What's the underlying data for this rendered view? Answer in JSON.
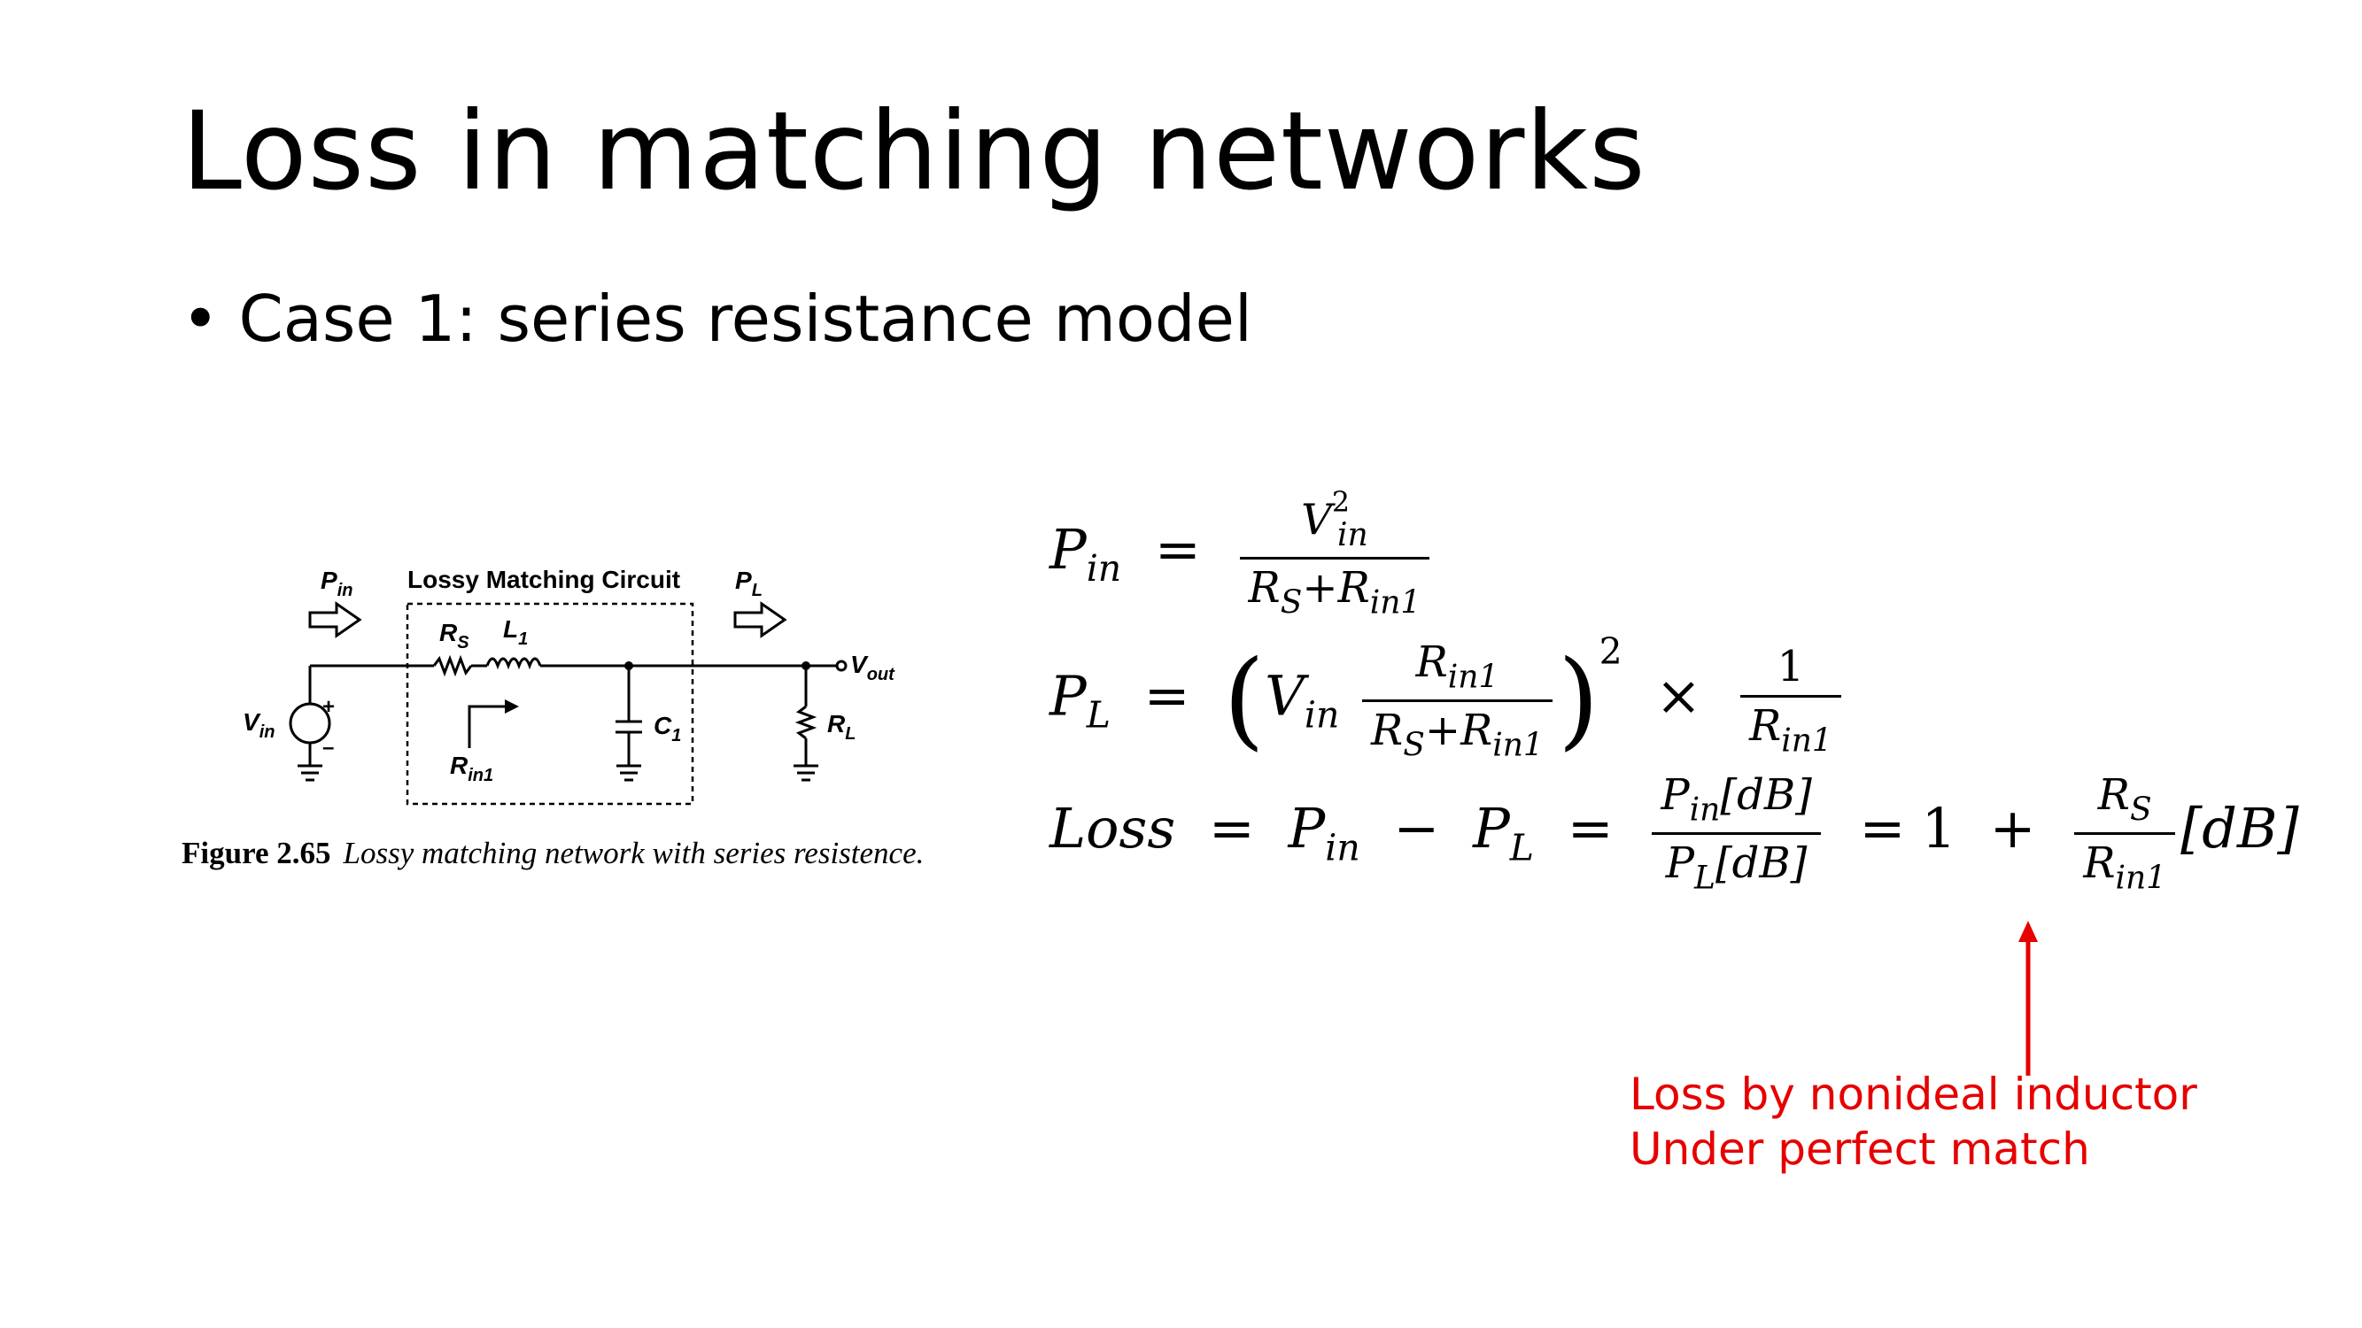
{
  "title": "Loss in matching networks",
  "bullet": {
    "dot": "•",
    "text": "Case 1: series resistance model"
  },
  "figure": {
    "labels": {
      "pin": "P",
      "pin_sub": "in",
      "box_title": "Lossy Matching Circuit",
      "pl": "P",
      "pl_sub": "L",
      "rs": "R",
      "rs_sub": "S",
      "l1": "L",
      "l1_sub": "1",
      "vout": "V",
      "vout_sub": "out",
      "vin": "V",
      "vin_sub": "in",
      "plus": "+",
      "minus": "–",
      "c1": "C",
      "c1_sub": "1",
      "rl": "R",
      "rl_sub": "L",
      "rin1": "R",
      "rin1_sub": "in1"
    },
    "caption_number": "Figure 2.65",
    "caption_text": "Lossy matching network with series resistence."
  },
  "equations": {
    "eq1": {
      "lhs": "P",
      "lhs_sub": "in",
      "eq": "=",
      "num": "V",
      "num_sup": "2",
      "num_sub": "in",
      "den_a": "R",
      "den_a_sub": "S",
      "plus": "+",
      "den_b": "R",
      "den_b_sub": "in1"
    },
    "eq2": {
      "lhs": "P",
      "lhs_sub": "L",
      "eq": "=",
      "lparen": "(",
      "v": "V",
      "v_sub": "in",
      "num": "R",
      "num_sub": "in1",
      "den_a": "R",
      "den_a_sub": "S",
      "plus": "+",
      "den_b": "R",
      "den_b_sub": "in1",
      "rparen": ")",
      "sup": "2",
      "times": "×",
      "one": "1",
      "den2": "R",
      "den2_sub": "in1"
    },
    "eq3": {
      "lhs": "Loss",
      "eq": "=",
      "p1": "P",
      "p1_sub": "in",
      "minus": "−",
      "p2": "P",
      "p2_sub": "L",
      "eq2": "=",
      "num": "P",
      "num_sub": "in",
      "num_unit": "[dB]",
      "den": "P",
      "den_sub": "L",
      "den_unit": "[dB]",
      "eq3": "=",
      "one": "1",
      "plus": "+",
      "num2": "R",
      "num2_sub": "S",
      "den2": "R",
      "den2_sub": "in1",
      "unit": "[dB]"
    }
  },
  "annotation": {
    "line1": "Loss by nonideal inductor",
    "line2": "Under perfect match",
    "color": "#e60000"
  }
}
